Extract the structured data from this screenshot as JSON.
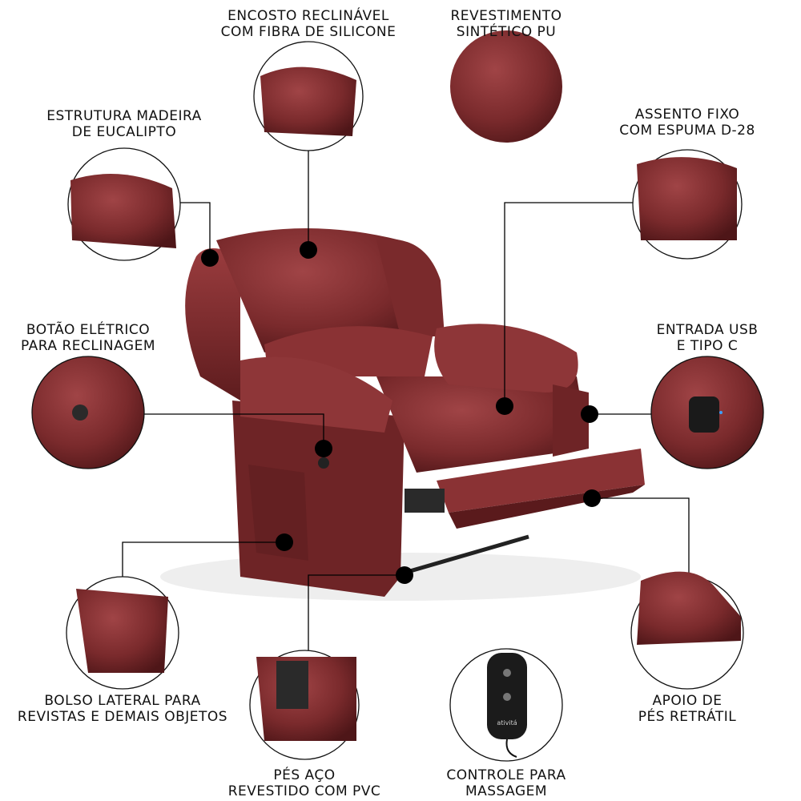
{
  "features": [
    {
      "id": "encosto",
      "lines": [
        "ENCOSTO RECLINÁVEL",
        "COM FIBRA DE SILICONE"
      ]
    },
    {
      "id": "revestimento",
      "lines": [
        "REVESTIMENTO",
        "SINTÉTICO PU"
      ]
    },
    {
      "id": "estrutura",
      "lines": [
        "ESTRUTURA MADEIRA",
        "DE EUCALIPTO"
      ]
    },
    {
      "id": "assento",
      "lines": [
        "ASSENTO FIXO",
        "COM ESPUMA D-28"
      ]
    },
    {
      "id": "botao",
      "lines": [
        "BOTÃO ELÉTRICO",
        "PARA RECLINAGEM"
      ]
    },
    {
      "id": "usb",
      "lines": [
        "ENTRADA USB",
        "E TIPO C"
      ]
    },
    {
      "id": "bolso",
      "lines": [
        "BOLSO LATERAL PARA",
        "REVISTAS E DEMAIS OBJETOS"
      ]
    },
    {
      "id": "pes",
      "lines": [
        "PÉS AÇO",
        "REVESTIDO COM PVC"
      ]
    },
    {
      "id": "controle",
      "lines": [
        "CONTROLE PARA",
        "MASSAGEM"
      ]
    },
    {
      "id": "apoio",
      "lines": [
        "APOIO DE",
        "PÉS RETRÁTIL"
      ]
    }
  ],
  "remote_brand": "ativitá",
  "colors": {
    "upholstery": "#7a2a2c",
    "upholstery_light": "#9a3c3e",
    "upholstery_dark": "#4e1618",
    "callout_dot": "#000000",
    "line": "#000000"
  }
}
